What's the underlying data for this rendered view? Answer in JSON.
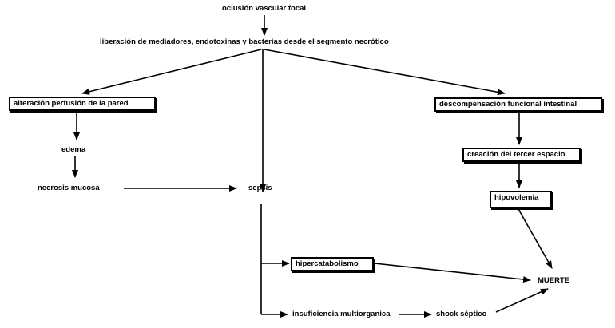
{
  "diagram": {
    "nodes": {
      "oclusion": "oclusión vascular focal",
      "liberacion": "liberación de mediadores, endotoxinas y bacterias desde el segmento necrótico",
      "alteracion": "alteración perfusión de la pared",
      "descompensacion": "descompensación funcional intestinal",
      "edema": "edema",
      "tercer_espacio": "creación del tercer espacio",
      "necrosis": "necrosis mucosa",
      "sepsis": "sepsis",
      "hipovolemia": "hipovolemia",
      "hipercatabolismo": "hipercatabolismo",
      "muerte": "MUERTE",
      "insuficiencia": "insuficiencia multiorganica",
      "shock": "shock séptico"
    }
  }
}
